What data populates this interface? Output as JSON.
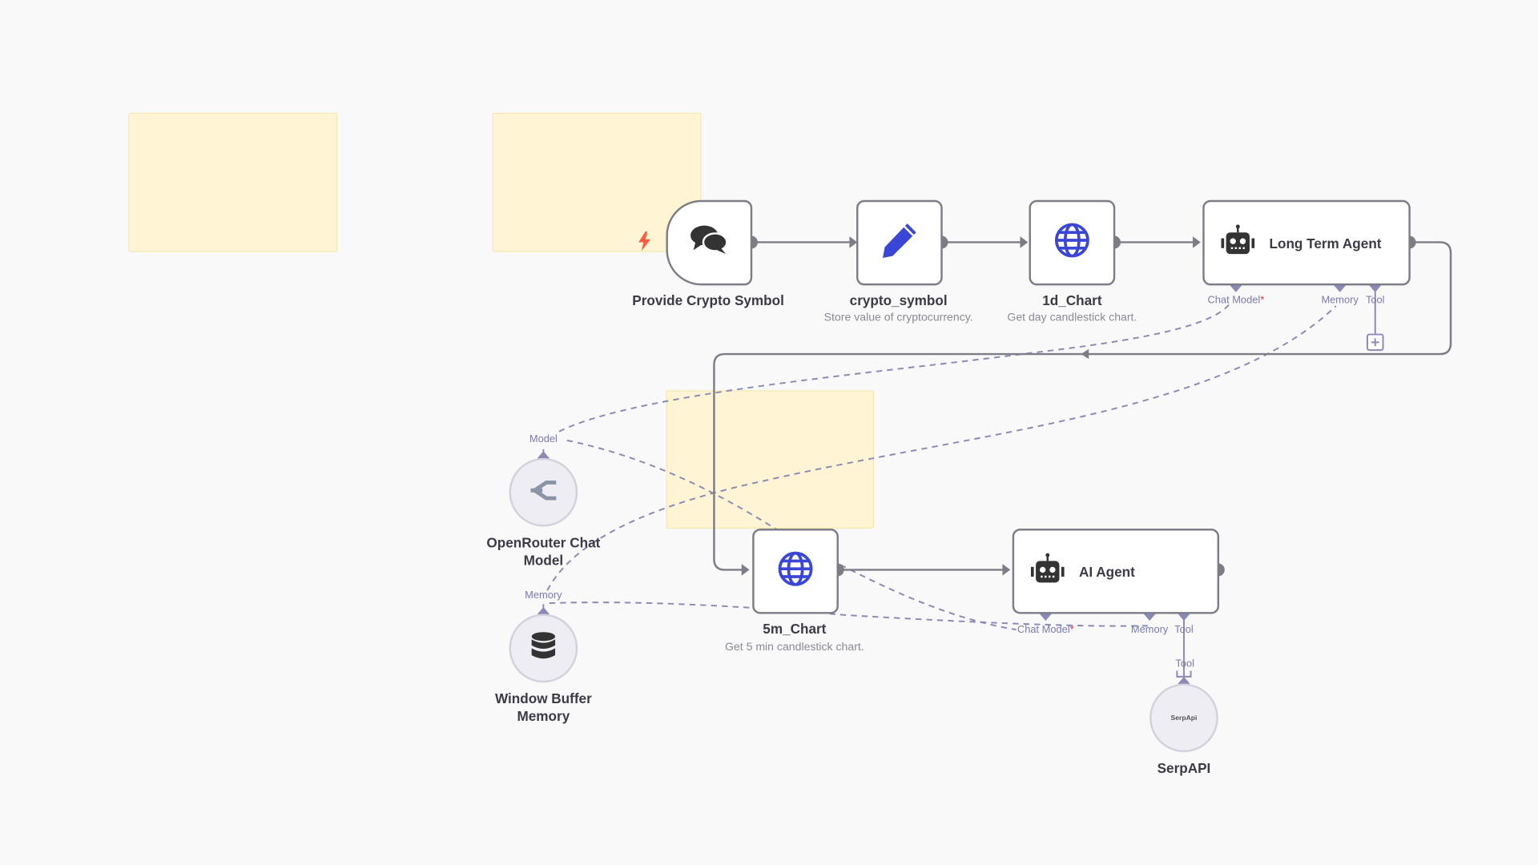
{
  "nodes": {
    "trigger": {
      "label": "Provide Crypto Symbol",
      "icon": "chat-bubbles-icon"
    },
    "crypto_symbol": {
      "label": "crypto_symbol",
      "subtitle": "Store value of cryptocurrency.",
      "icon": "pencil-icon"
    },
    "d1_chart": {
      "label": "1d_Chart",
      "subtitle": "Get day candlestick chart.",
      "icon": "globe-icon"
    },
    "long_term_agent": {
      "label": "Long Term Agent",
      "icon": "robot-icon",
      "handles": {
        "chat_model": "Chat Model",
        "required": "*",
        "memory": "Memory",
        "tool": "Tool"
      }
    },
    "m5_chart": {
      "label": "5m_Chart",
      "subtitle": "Get 5 min candlestick chart.",
      "icon": "globe-icon"
    },
    "ai_agent": {
      "label": "AI Agent",
      "icon": "robot-icon",
      "handles": {
        "chat_model": "Chat Model",
        "required": "*",
        "memory": "Memory",
        "tool": "Tool"
      }
    },
    "openrouter": {
      "label_line1": "OpenRouter Chat",
      "label_line2": "Model",
      "handle": "Model"
    },
    "memory": {
      "label_line1": "Window Buffer",
      "label_line2": "Memory",
      "handle": "Memory"
    },
    "serpapi": {
      "label": "SerpAPI",
      "logo_text": "SerpApi",
      "handle": "Tool"
    }
  },
  "colors": {
    "accent": "#3a47d6",
    "handle": "#8a89b8",
    "sticky": "#fff5d4",
    "trigger": "#ff5a3c"
  }
}
